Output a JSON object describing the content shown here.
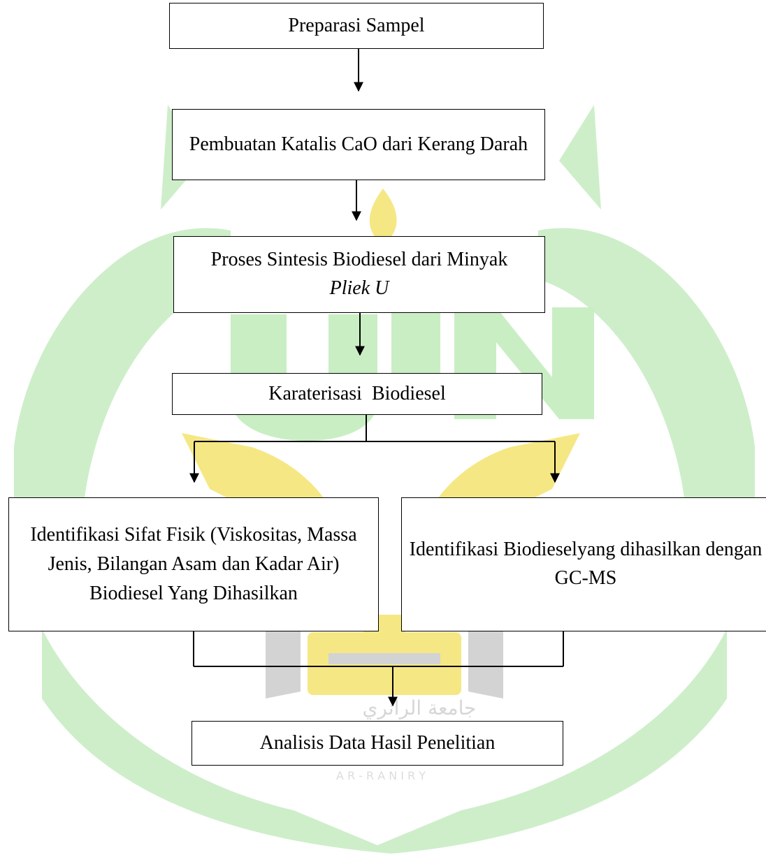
{
  "diagram": {
    "nodes": {
      "preparasi": "Preparasi Sampel",
      "katalis": "Pembuatan Katalis CaO dari Kerang Darah",
      "sintesis_line1": "Proses Sintesis Biodiesel dari Minyak",
      "sintesis_line2_italic": "Pliek U",
      "karakterisasi": "Karaterisasi  Biodiesel",
      "sifat_fisik": "Identifikasi Sifat Fisik (Viskositas, Massa Jenis, Bilangan Asam dan Kadar Air) Biodiesel Yang Dihasilkan",
      "gcms": "Identifikasi Biodieselyang dihasilkan dengan GC-MS",
      "analisis": "Analisis Data Hasil Penelitian"
    },
    "edges": [
      [
        "preparasi",
        "katalis"
      ],
      [
        "katalis",
        "sintesis"
      ],
      [
        "sintesis",
        "karakterisasi"
      ],
      [
        "karakterisasi",
        "sifat_fisik"
      ],
      [
        "karakterisasi",
        "gcms"
      ],
      [
        "sifat_fisik",
        "analisis"
      ],
      [
        "gcms",
        "analisis"
      ]
    ]
  },
  "watermark": {
    "letters": "UIN",
    "arabic_text": "جامعة الرانري",
    "latin_text": "A R - R A N I R Y",
    "colors": {
      "leaf": "#cdeec9",
      "gold": "#f5e784",
      "grey": "#c9c9c9"
    }
  }
}
